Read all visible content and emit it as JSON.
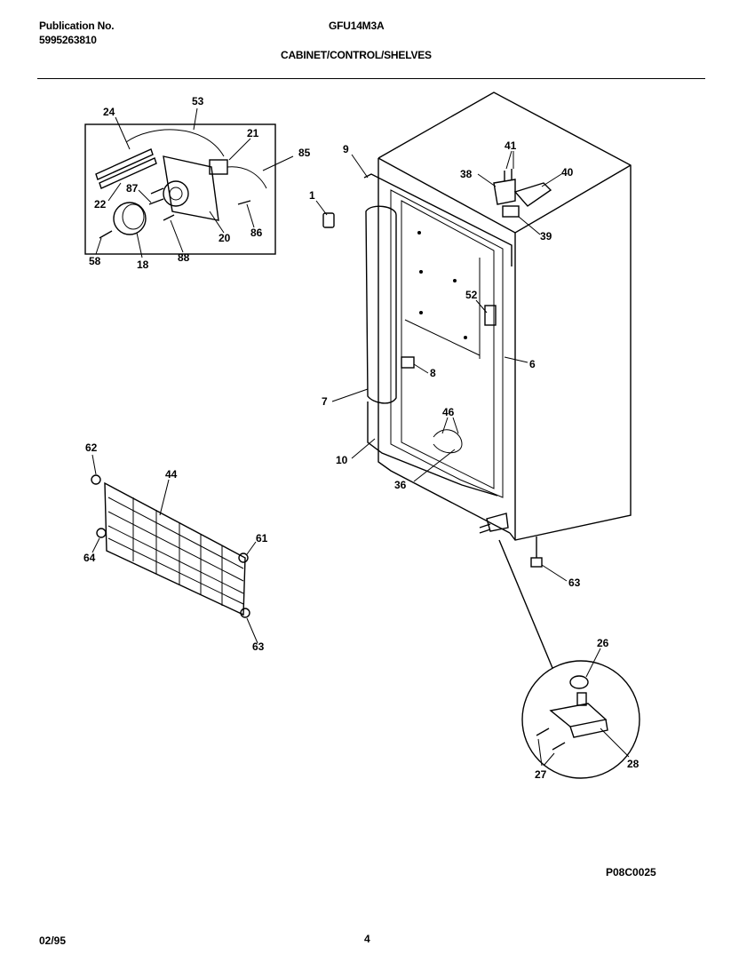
{
  "header": {
    "publication_label": "Publication No.",
    "publication_number": "5995263810",
    "model": "GFU14M3A",
    "section_title": "CABINET/CONTROL/SHELVES"
  },
  "footer": {
    "figure_code": "P08C0025",
    "date": "02/95",
    "page_number": "4"
  },
  "callouts": {
    "c24": "24",
    "c53": "53",
    "c21": "21",
    "c85": "85",
    "c87": "87",
    "c22": "22",
    "c20": "20",
    "c86": "86",
    "c88": "88",
    "c18": "18",
    "c58": "58",
    "c9": "9",
    "c1": "1",
    "c41": "41",
    "c38": "38",
    "c40": "40",
    "c39": "39",
    "c52": "52",
    "c6": "6",
    "c8": "8",
    "c7": "7",
    "c46": "46",
    "c10": "10",
    "c36": "36",
    "c62": "62",
    "c44": "44",
    "c61": "61",
    "c64": "64",
    "c63a": "63",
    "c63b": "63",
    "c26": "26",
    "c28": "28",
    "c27": "27"
  }
}
